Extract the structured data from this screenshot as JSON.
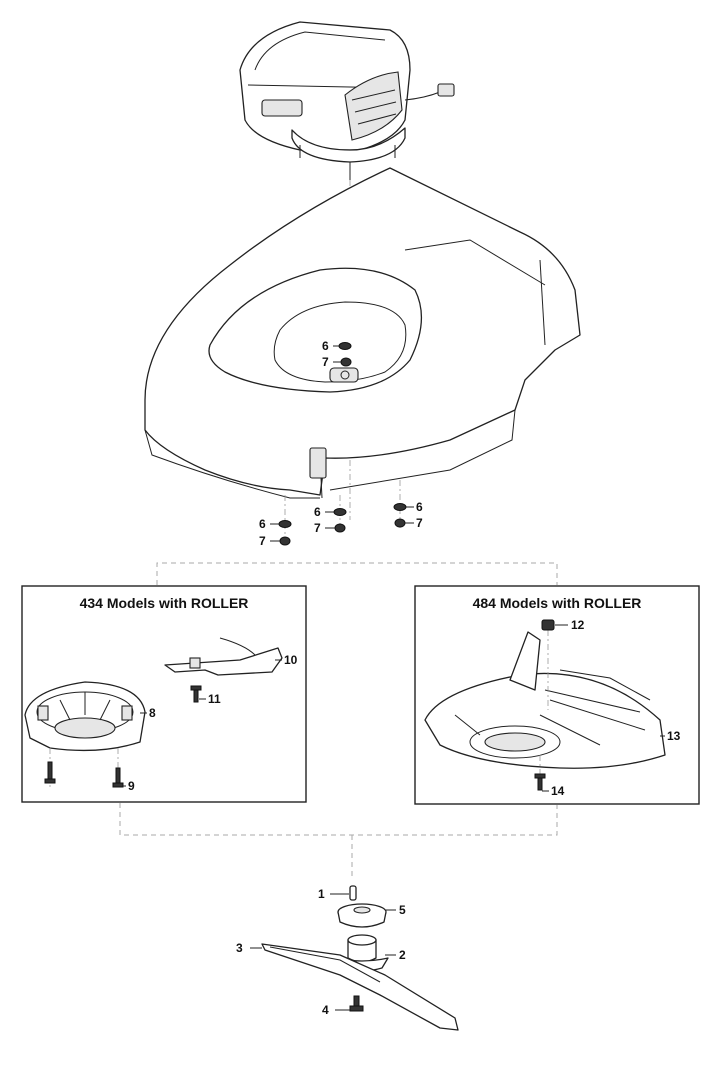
{
  "boxes": {
    "left_title": "434 Models with ROLLER",
    "right_title": "484 Models with ROLLER"
  },
  "callouts": {
    "c1": "1",
    "c2": "2",
    "c3": "3",
    "c4": "4",
    "c5": "5",
    "c6": "6",
    "c7": "7",
    "c8": "8",
    "c9": "9",
    "c10": "10",
    "c11": "11",
    "c12": "12",
    "c13": "13",
    "c14": "14"
  }
}
